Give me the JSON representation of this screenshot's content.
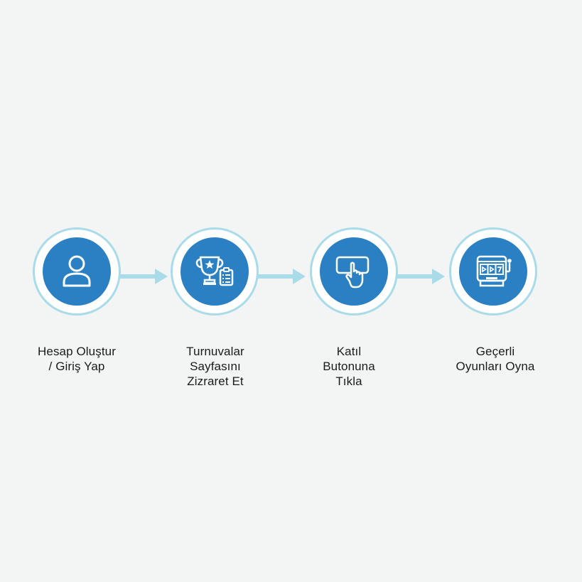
{
  "steps": [
    {
      "label": "Hesap Oluştur\n/ Giriş Yap",
      "icon": "user-icon"
    },
    {
      "label": "Turnuvalar\nSayfasını\nZizraret Et",
      "icon": "trophy-checklist-icon"
    },
    {
      "label": "Katıl\nButonuna\nTıkla",
      "icon": "click-button-icon"
    },
    {
      "label": "Geçerli\nOyunları Oyna",
      "icon": "slot-machine-icon"
    }
  ],
  "colors": {
    "background": "#f3f4f4",
    "circle_fill": "#2a80c3",
    "ring": "#a9dbe8",
    "arrow": "#a9dbe8",
    "text": "#1b1b1b"
  }
}
